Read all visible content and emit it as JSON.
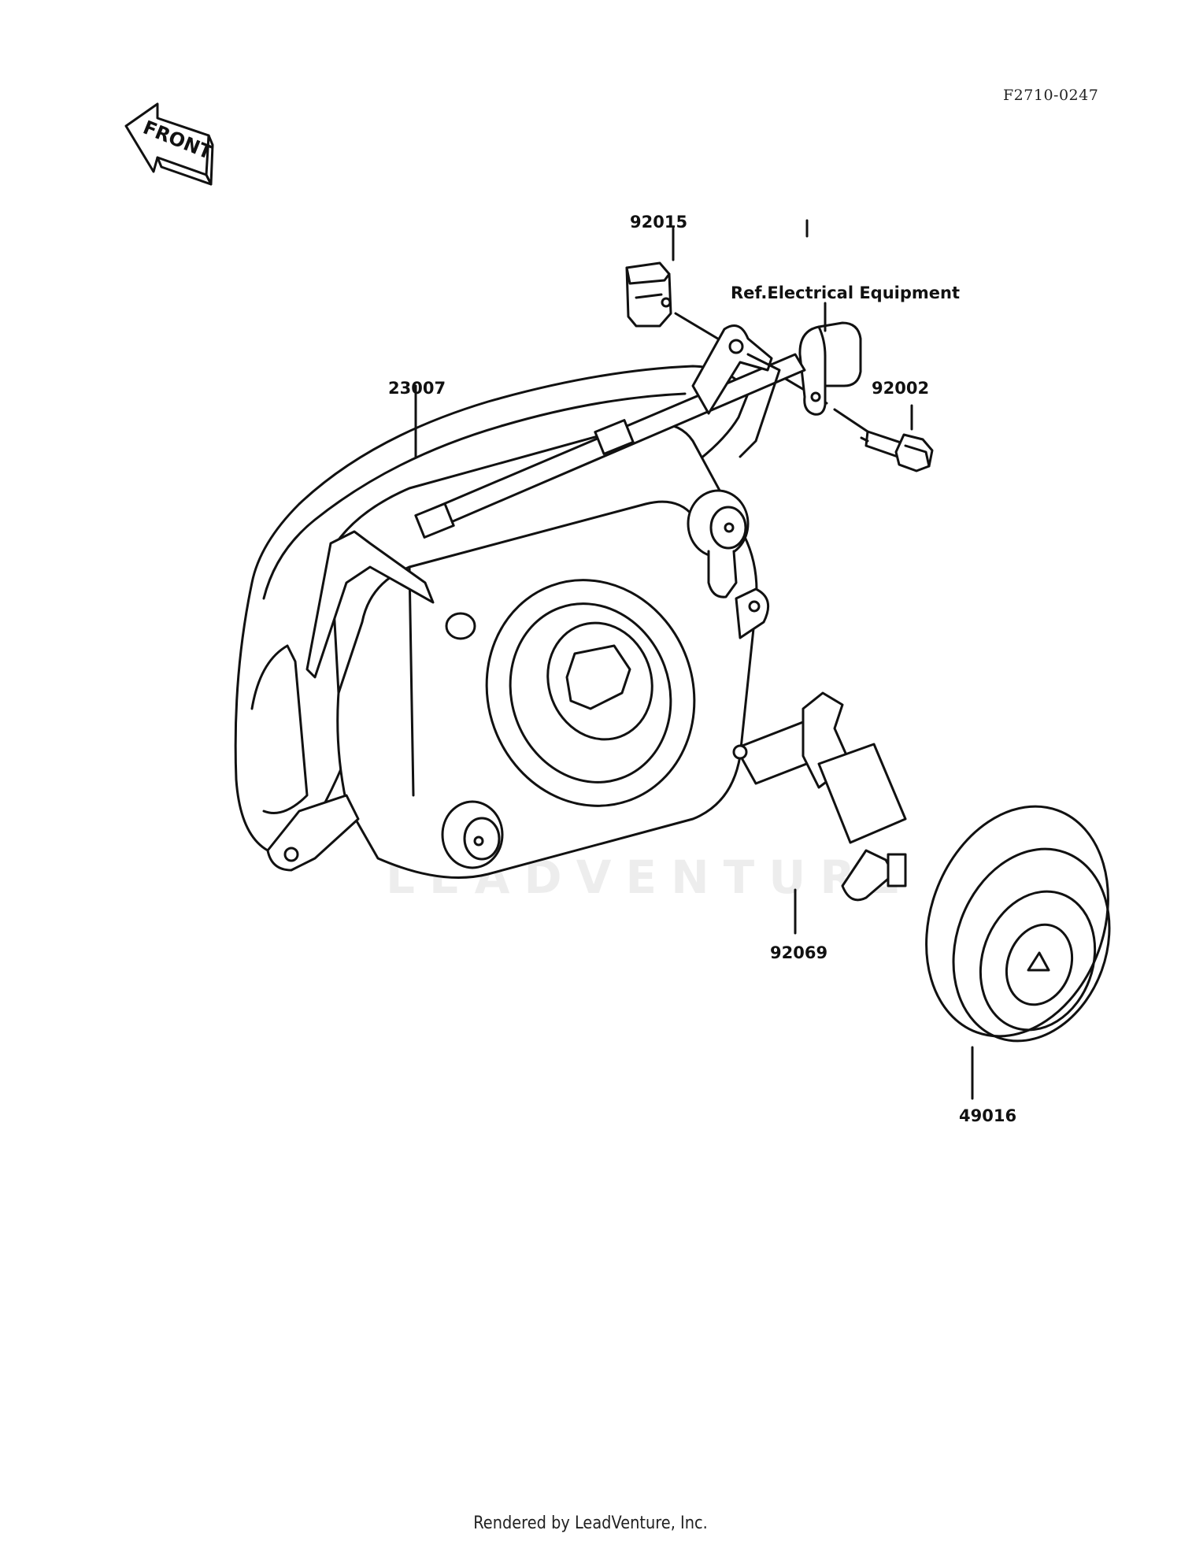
{
  "diagram": {
    "code": "F2710-0247",
    "direction_label": "FRONT",
    "footer": "Rendered by LeadVenture, Inc.",
    "watermark": "LEADVENTURE",
    "parts": [
      {
        "id": "92015",
        "label": "92015"
      },
      {
        "id": "ref",
        "label": "Ref.Electrical Equipment"
      },
      {
        "id": "23007",
        "label": "23007"
      },
      {
        "id": "92002",
        "label": "92002"
      },
      {
        "id": "92069",
        "label": "92069"
      },
      {
        "id": "49016",
        "label": "49016"
      }
    ]
  },
  "colors": {
    "ink": "#111111",
    "paper": "#ffffff"
  },
  "icons": {
    "front_arrow": "arrow-left-icon"
  }
}
